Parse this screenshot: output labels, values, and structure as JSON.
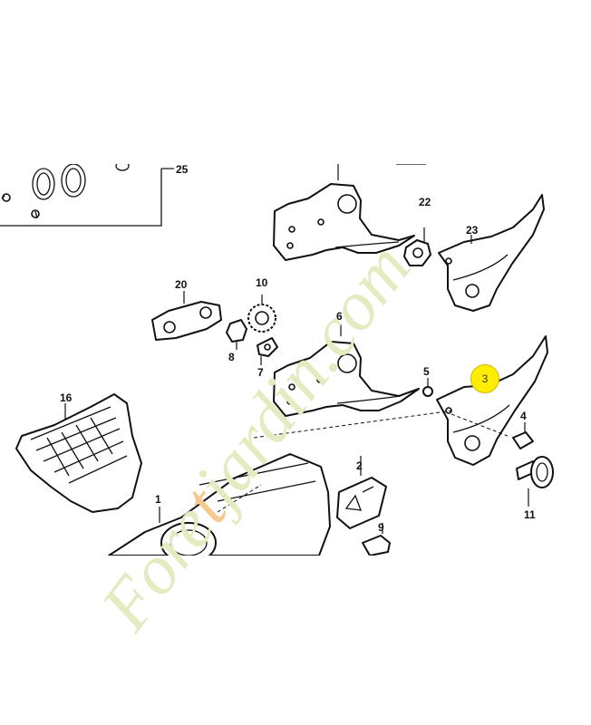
{
  "callouts": {
    "n1": "1",
    "n2": "2",
    "n3": "3",
    "n4": "4",
    "n5": "5",
    "n6": "6",
    "n7": "7",
    "n8": "8",
    "n9": "9",
    "n10": "10",
    "n11": "11",
    "n16": "16",
    "n20": "20",
    "n22": "22",
    "n23": "23",
    "n25": "25"
  },
  "highlight": {
    "label": "3",
    "color": "#ffee00"
  },
  "watermark": {
    "text_a": "Fore",
    "text_b": "t",
    "text_c": "jardin.com",
    "color_main": "#e3ecc0",
    "color_accent": "#f6c98f"
  }
}
